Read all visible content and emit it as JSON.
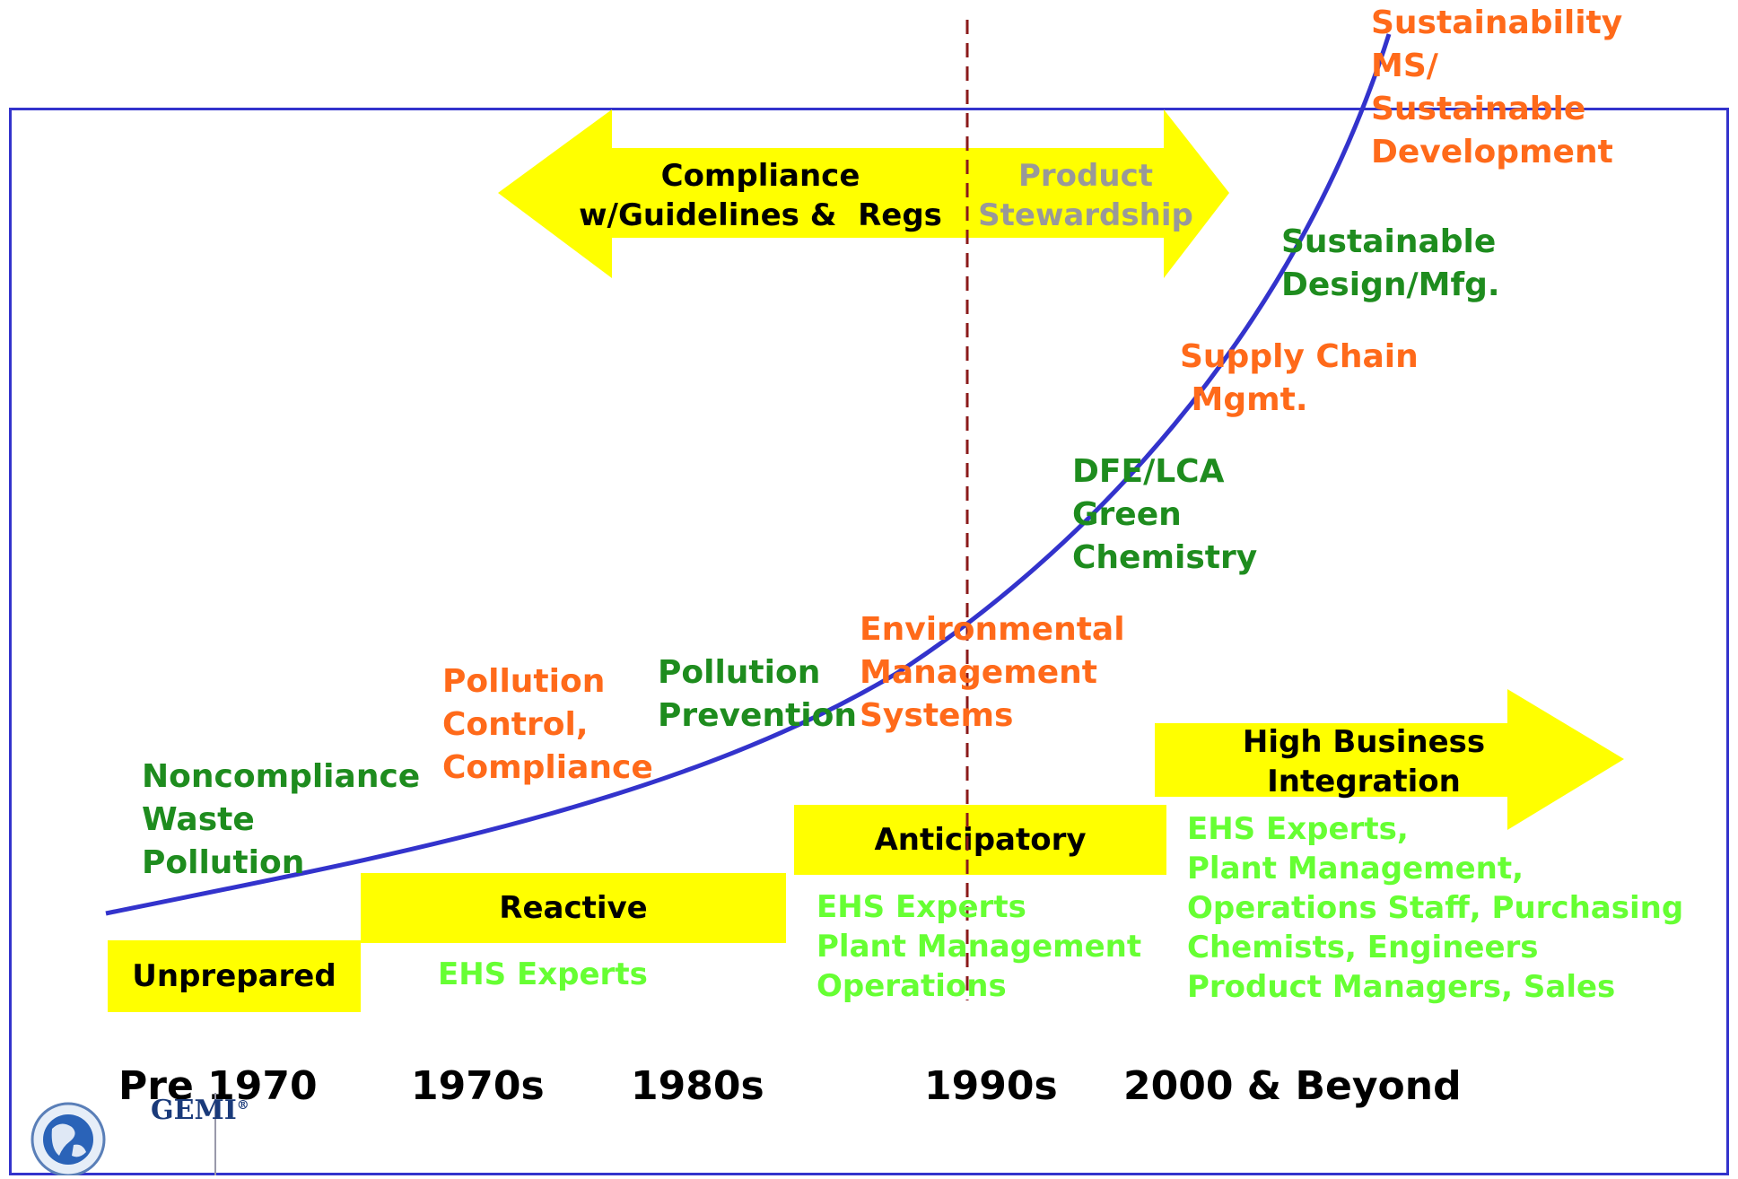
{
  "curve_labels": {
    "sustainability_ms": "Sustainability\nMS/\nSustainable\nDevelopment",
    "sustainable_design": "Sustainable\nDesign/Mfg.",
    "supply_chain": "Supply Chain\n Mgmt.",
    "dfe_lca": "DFE/LCA\nGreen\nChemistry",
    "ems": "Environmental\nManagement\nSystems",
    "pollution_prevention": "Pollution\nPrevention",
    "pollution_control": "Pollution\nControl,\nCompliance",
    "noncompliance": "Noncompliance\nWaste\nPollution"
  },
  "compliance_arrow": {
    "left_text": "Compliance\nw/Guidelines &  Regs",
    "right_text": "Product\nStewardship"
  },
  "business_arrow": {
    "text": "High Business\nIntegration"
  },
  "stages": {
    "unprepared": "Unprepared",
    "reactive": "Reactive",
    "anticipatory": "Anticipatory"
  },
  "staff": {
    "reactive": "EHS Experts",
    "anticipatory": "EHS Experts\nPlant Management\nOperations",
    "integration": "EHS Experts,\nPlant Management,\nOperations Staff, Purchasing\nChemists, Engineers\nProduct Managers, Sales"
  },
  "years": {
    "pre1970": "Pre 1970",
    "y1970s": "1970s",
    "y1980s": "1980s",
    "y1990s": "1990s",
    "y2000": "2000 & Beyond"
  },
  "logo": {
    "text": "GEMI",
    "mark": "®"
  },
  "colors": {
    "curve": "#3333cc",
    "frame": "#3333cc",
    "divider": "#8b1a1a",
    "arrow_fill": "#ffff00",
    "orange_text": "#ff6a1a",
    "green_text": "#1e8c1e",
    "lime_text": "#66ff33"
  }
}
